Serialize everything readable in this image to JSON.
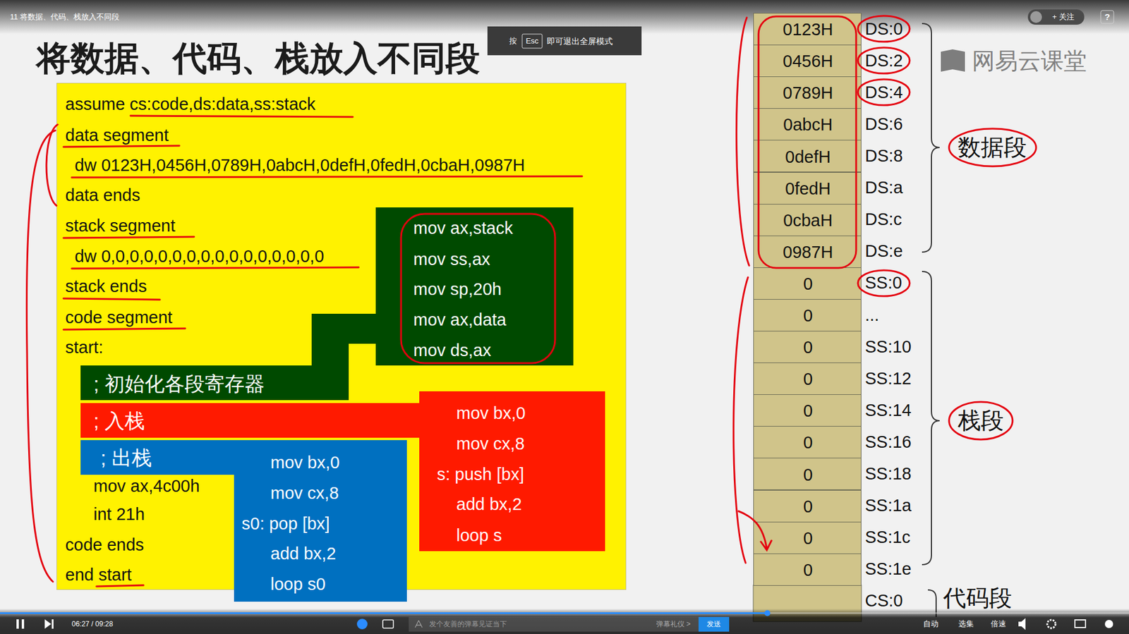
{
  "diagram": {
    "title": "将数据、代码、栈放入不同段",
    "nodes": [
      {
        "text": [
          "assume cs:code,ds:data,ss:stack",
          "data segment",
          "dw 0123H,0456H,0789H,0abcH,0defH,0fedH,0cbaH,0987H",
          "data ends",
          "stack segment",
          "dw 0,0,0,0,0,0,0,0,0,0,0,0,0,0,0,0",
          "stack ends",
          "code segment",
          "start:",
          "mov ax,4c00h",
          "int 21h",
          "code ends",
          "end start"
        ]
      },
      {
        "text": [
          "; 初始化各段寄存器",
          "mov ax,stack",
          "mov ss,ax",
          "mov sp,20h",
          "mov ax,data",
          "mov ds,ax"
        ]
      },
      {
        "text": [
          "; 入栈",
          "mov bx,0",
          "mov cx,8",
          "s: push [bx]",
          "add bx,2",
          "loop s"
        ]
      },
      {
        "text": [
          "; 出栈",
          "mov bx,0",
          "mov cx,8",
          "s0: pop [bx]",
          "add bx,2",
          "loop s0"
        ]
      },
      {
        "text": [
          "0123H"
        ]
      },
      {
        "text": [
          "0456H"
        ]
      },
      {
        "text": [
          "0789H"
        ]
      },
      {
        "text": [
          "0abcH"
        ]
      },
      {
        "text": [
          "0defH"
        ]
      },
      {
        "text": [
          "0fedH"
        ]
      },
      {
        "text": [
          "0cbaH"
        ]
      },
      {
        "text": [
          "0987H"
        ]
      },
      {
        "text": [
          "0"
        ]
      },
      {
        "text": [
          "0"
        ]
      },
      {
        "text": [
          "0"
        ]
      },
      {
        "text": [
          "0"
        ]
      },
      {
        "text": [
          "0"
        ]
      },
      {
        "text": [
          "0"
        ]
      },
      {
        "text": [
          "0"
        ]
      },
      {
        "text": [
          "0"
        ]
      },
      {
        "text": [
          "0"
        ]
      },
      {
        "text": [
          "0"
        ]
      }
    ],
    "labels": [
      "11 将数据、代码、栈放入不同段",
      "+ 关注",
      "?",
      "按",
      "Esc",
      "即可退出全屏模式",
      "网易云课堂",
      "DS:0",
      "DS:2",
      "DS:4",
      "DS:6",
      "DS:8",
      "DS:a",
      "DS:c",
      "DS:e",
      "SS:0",
      "...",
      "SS:10",
      "SS:12",
      "SS:14",
      "SS:16",
      "SS:18",
      "SS:1a",
      "SS:1c",
      "SS:1e",
      "CS:0",
      "数据段",
      "栈段",
      "代码段",
      "06:27 / 09:28",
      "发个友善的弹幕见证当下",
      "弹幕礼仪 >",
      "发送",
      "自动",
      "选集",
      "倍速"
    ]
  }
}
